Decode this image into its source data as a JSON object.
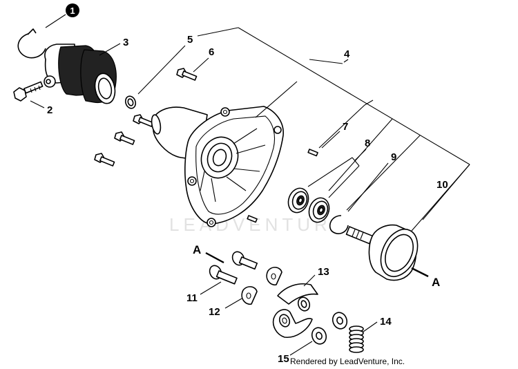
{
  "callout": "1",
  "watermark": "LEADVENTURE",
  "credit": "Rendered by LeadVenture, Inc.",
  "labels": {
    "p2": "2",
    "p3": "3",
    "p4": "4",
    "p5": "5",
    "p6": "6",
    "p7": "7",
    "p8": "8",
    "p9": "9",
    "p10": "10",
    "p11": "11",
    "p12": "12",
    "p13": "13",
    "p14": "14",
    "p15": "15"
  },
  "marker_left": "A",
  "marker_right": "A"
}
